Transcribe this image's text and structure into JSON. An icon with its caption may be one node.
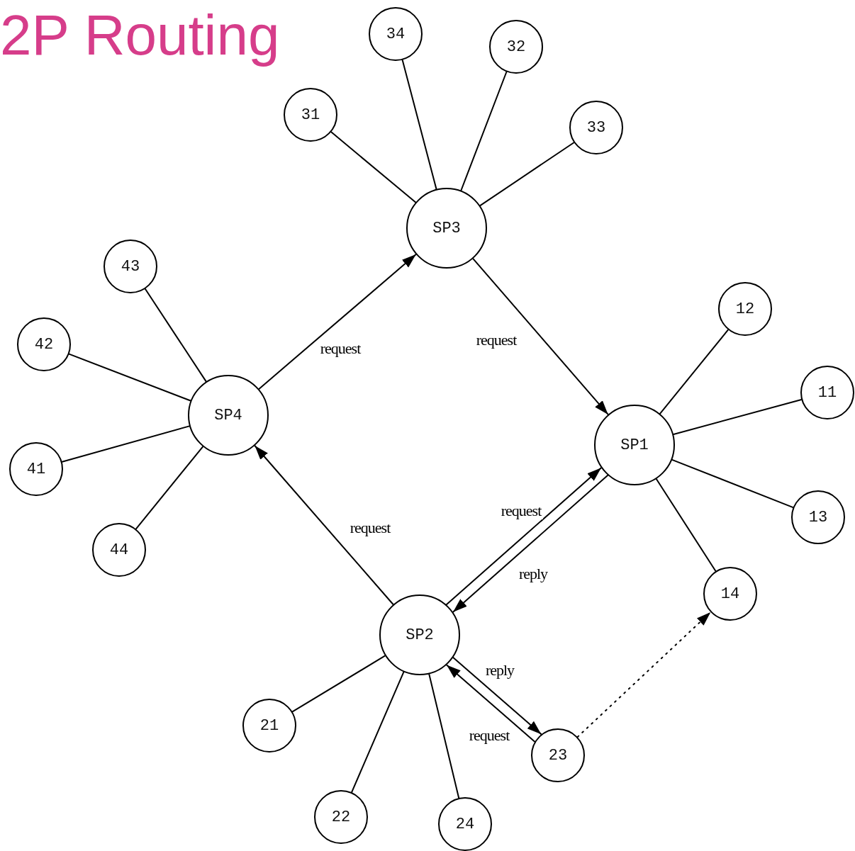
{
  "diagram": {
    "title": "2P Routing",
    "nodes": [
      {
        "text": [
          "34"
        ]
      },
      {
        "text": [
          "32"
        ]
      },
      {
        "text": [
          "31"
        ]
      },
      {
        "text": [
          "33"
        ]
      },
      {
        "text": [
          "SP3"
        ]
      },
      {
        "text": [
          "43"
        ]
      },
      {
        "text": [
          "12"
        ]
      },
      {
        "text": [
          "42"
        ]
      },
      {
        "text": [
          "11"
        ]
      },
      {
        "text": [
          "SP4"
        ]
      },
      {
        "text": [
          "SP1"
        ]
      },
      {
        "text": [
          "41"
        ]
      },
      {
        "text": [
          "13"
        ]
      },
      {
        "text": [
          "44"
        ]
      },
      {
        "text": [
          "14"
        ]
      },
      {
        "text": [
          "SP2"
        ]
      },
      {
        "text": [
          "21"
        ]
      },
      {
        "text": [
          "23"
        ]
      },
      {
        "text": [
          "22"
        ]
      },
      {
        "text": [
          "24"
        ]
      }
    ],
    "edges": [
      {
        "from": 4,
        "to": 0,
        "arrow": "none"
      },
      {
        "from": 4,
        "to": 1,
        "arrow": "none"
      },
      {
        "from": 4,
        "to": 2,
        "arrow": "none"
      },
      {
        "from": 4,
        "to": 3,
        "arrow": "none"
      },
      {
        "from": 9,
        "to": 4,
        "arrow": "to",
        "label": "request"
      },
      {
        "from": 4,
        "to": 10,
        "arrow": "to",
        "label": "request"
      },
      {
        "from": 15,
        "to": 9,
        "arrow": "to",
        "label": "request"
      },
      {
        "from": 15,
        "to": 10,
        "arrow": "to",
        "label": "request"
      },
      {
        "from": 10,
        "to": 15,
        "arrow": "to",
        "label": "reply"
      },
      {
        "from": 15,
        "to": 17,
        "arrow": "to",
        "label": "reply"
      },
      {
        "from": 17,
        "to": 15,
        "arrow": "to",
        "label": "request"
      },
      {
        "from": 17,
        "to": 14,
        "arrow": "to",
        "style": "dashed"
      },
      {
        "from": 10,
        "to": 6,
        "arrow": "none"
      },
      {
        "from": 10,
        "to": 8,
        "arrow": "none"
      },
      {
        "from": 10,
        "to": 12,
        "arrow": "none"
      },
      {
        "from": 10,
        "to": 14,
        "arrow": "none"
      },
      {
        "from": 9,
        "to": 5,
        "arrow": "none"
      },
      {
        "from": 9,
        "to": 7,
        "arrow": "none"
      },
      {
        "from": 9,
        "to": 11,
        "arrow": "none"
      },
      {
        "from": 9,
        "to": 13,
        "arrow": "none"
      },
      {
        "from": 15,
        "to": 16,
        "arrow": "none"
      },
      {
        "from": 15,
        "to": 18,
        "arrow": "none"
      },
      {
        "from": 15,
        "to": 19,
        "arrow": "none"
      }
    ]
  }
}
